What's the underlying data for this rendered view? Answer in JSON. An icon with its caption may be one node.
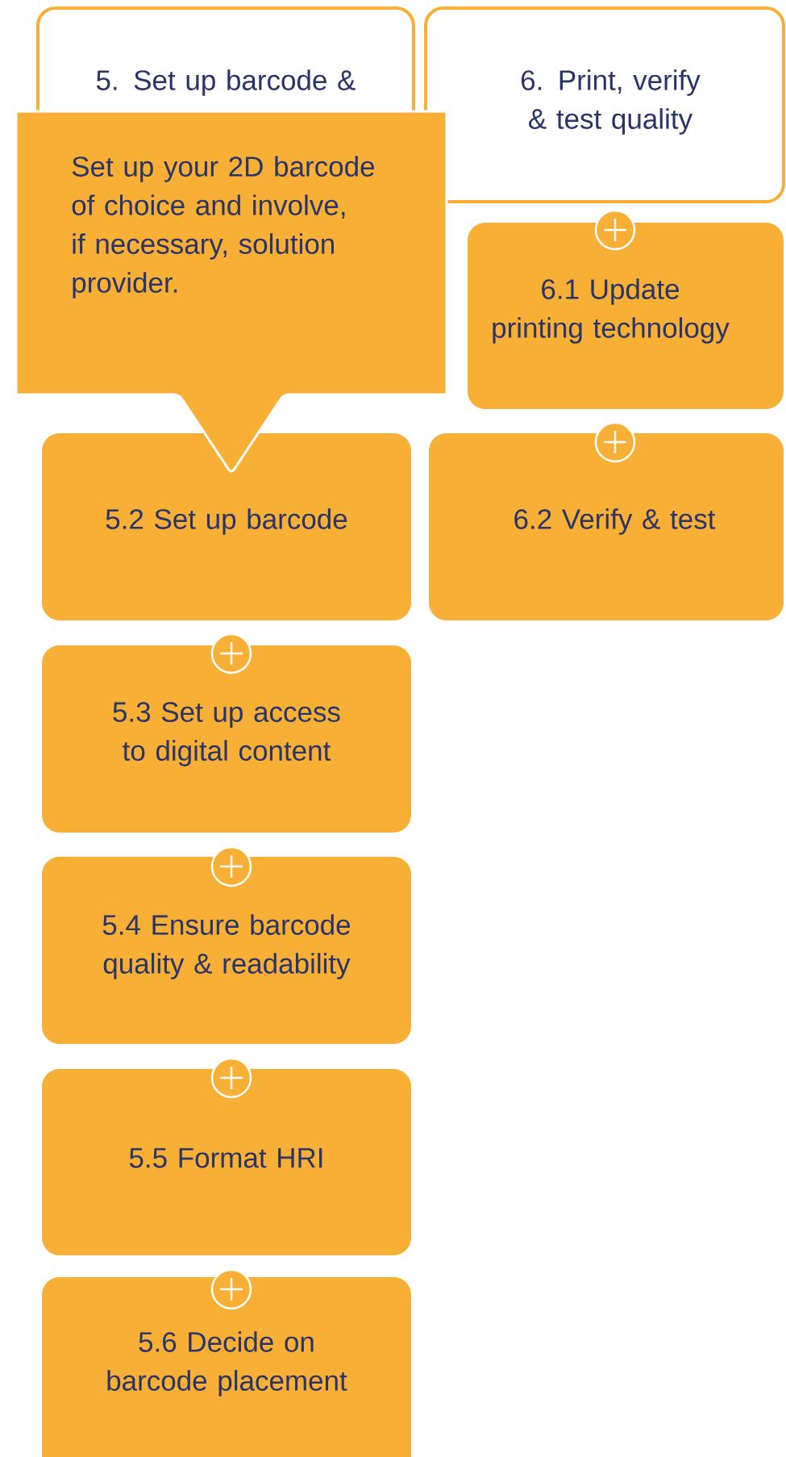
{
  "diagram": {
    "nodes": [
      {
        "text": [
          "5. Set up barcode &"
        ]
      },
      {
        "text": [
          "6. Print, verify & test quality"
        ]
      },
      {
        "text": [
          "Set up your 2D barcode of choice and involve, if necessary, solution provider."
        ]
      },
      {
        "text": [
          "6.1 Update printing technology"
        ]
      },
      {
        "text": [
          "5.2 Set up barcode"
        ]
      },
      {
        "text": [
          "6.2 Verify & test"
        ]
      },
      {
        "text": [
          "5.3 Set up access to digital content"
        ]
      },
      {
        "text": [
          "5.4 Ensure barcode quality & readability"
        ]
      },
      {
        "text": [
          "5.5 Format HRI"
        ]
      },
      {
        "text": [
          "5.6 Decide on barcode placement"
        ]
      }
    ]
  }
}
